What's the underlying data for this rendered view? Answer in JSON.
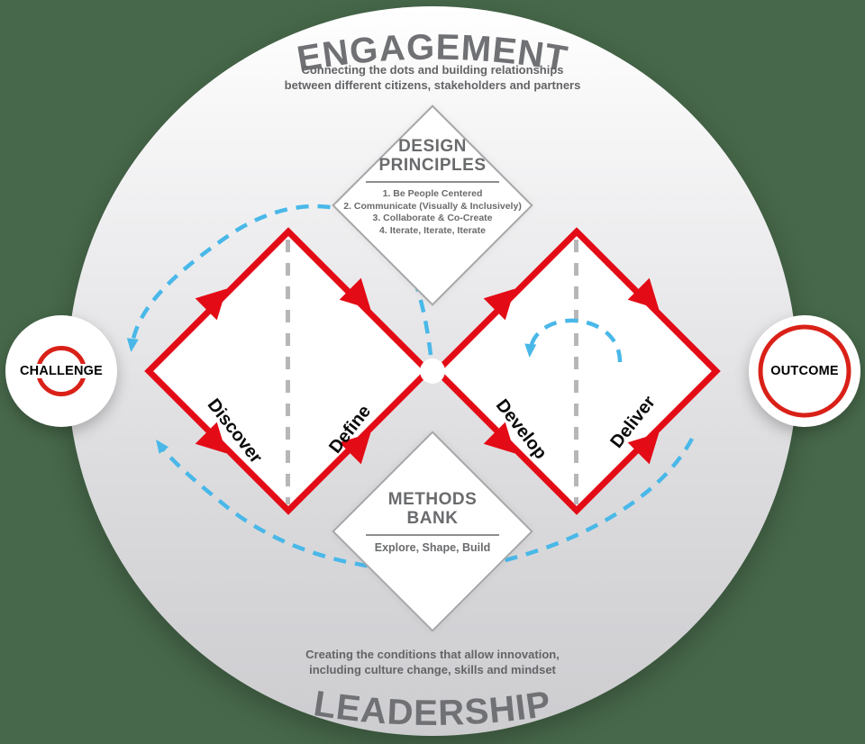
{
  "colors": {
    "background_green": "#47684a",
    "diamond_red": "#e30b16",
    "iteration_blue": "#49b8e8",
    "text_gray": "#6a6b6d",
    "stage_text_black": "#0a0a0a"
  },
  "top": {
    "title": "ENGAGEMENT",
    "subtitle_line1": "Connecting the dots and building relationships",
    "subtitle_line2": "between different citizens, stakeholders and partners"
  },
  "bottom": {
    "title": "LEADERSHIP",
    "subtitle_line1": "Creating the conditions that allow innovation,",
    "subtitle_line2": "including culture change, skills and mindset"
  },
  "design_principles": {
    "title_line1": "DESIGN",
    "title_line2": "PRINCIPLES",
    "items": [
      "1. Be People Centered",
      "2. Communicate (Visually & Inclusively)",
      "3. Collaborate & Co-Create",
      "4. Iterate, Iterate, Iterate"
    ]
  },
  "methods_bank": {
    "title_line1": "METHODS",
    "title_line2": "BANK",
    "subtitle": "Explore, Shape, Build"
  },
  "stages": {
    "discover": "Discover",
    "define": "Define",
    "develop": "Develop",
    "deliver": "Deliver"
  },
  "nodes": {
    "challenge": "CHALLENGE",
    "outcome": "OUTCOME"
  }
}
